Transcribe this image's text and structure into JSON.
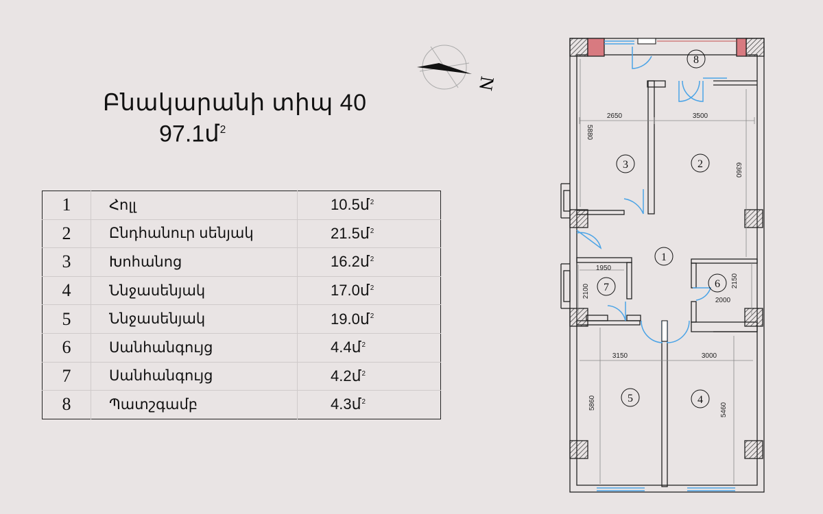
{
  "title": "Բնակարանի տիպ 40",
  "total_area": "97.1մ",
  "area_unit_power": "2",
  "compass_label": "N",
  "rooms": [
    {
      "num": "1",
      "name": "Հոլլ",
      "area": "10.5մ",
      "sq": "2"
    },
    {
      "num": "2",
      "name": "Ընդհանուր սենյակ",
      "area": "21.5մ",
      "sq": "2"
    },
    {
      "num": "3",
      "name": "Խոհանոց",
      "area": "16.2մ",
      "sq": "2"
    },
    {
      "num": "4",
      "name": "Ննջասենյակ",
      "area": "17.0մ",
      "sq": "2"
    },
    {
      "num": "5",
      "name": "Ննջասենյակ",
      "area": "19.0մ",
      "sq": "2"
    },
    {
      "num": "6",
      "name": "Սանհանգույց",
      "area": "4.4մ",
      "sq": "2"
    },
    {
      "num": "7",
      "name": "Սանհանգույց",
      "area": "4.2մ",
      "sq": "2"
    },
    {
      "num": "8",
      "name": "Պատշգամբ",
      "area": "4.3մ",
      "sq": "2"
    }
  ],
  "plan_labels": {
    "r1": "1",
    "r2": "2",
    "r3": "3",
    "r4": "4",
    "r5": "5",
    "r6": "6",
    "r7": "7",
    "r8": "8"
  },
  "dimensions": {
    "top_left": "2650",
    "top_right": "3500",
    "left_upper": "5880",
    "right_upper": "6360",
    "bath7_width": "1950",
    "bath7_height": "2100",
    "bath6_height": "2150",
    "bath6_width": "2000",
    "bottom_left": "3150",
    "bottom_right": "3000",
    "left_lower": "5860",
    "right_lower": "5460"
  }
}
